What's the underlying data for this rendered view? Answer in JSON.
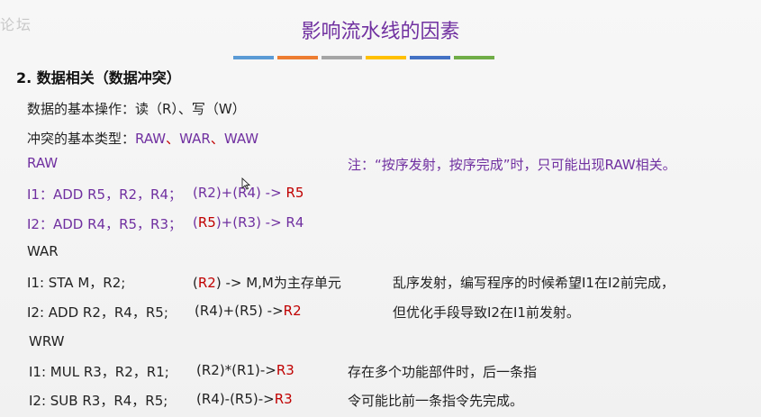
{
  "logo": "论坛",
  "title": "影响流水线的因素",
  "section_heading": "2. 数据相关（数据冲突）",
  "basic_ops": "数据的基本操作：读（R）、写（W）",
  "conflict_types_label": "冲突的基本类型：",
  "conflict_types": [
    "RAW",
    "WAR",
    "WAW"
  ],
  "raw": {
    "label": "RAW",
    "note": "注：“按序发射，按序完成”时，只可能出现RAW相关。",
    "i1": {
      "instr": "I1：ADD  R5，R2，R4；",
      "expr_pre": "(R2)+(R4) -> ",
      "expr_dest": "R5"
    },
    "i2": {
      "instr": "I2：ADD  R4，R5，R3；",
      "expr_pre": "(",
      "expr_red": "R5",
      "expr_post": ")+(R3) -> R4"
    }
  },
  "war": {
    "label": "WAR",
    "i1": {
      "instr": "I1: STA M，R2;",
      "expr_pre": "(",
      "expr_red": "R2",
      "expr_post": ") -> M,M为主存单元"
    },
    "i2": {
      "instr": "I2: ADD R2，R4，R5;",
      "expr_pre": "(R4)+(R5) ->",
      "expr_red": "R2"
    },
    "note1": "乱序发射，编写程序的时候希望I1在I2前完成，",
    "note2": "但优化手段导致I2在I1前发射。"
  },
  "waw": {
    "label": "WRW",
    "i1": {
      "instr": "I1: MUL R3，R2，R1;",
      "expr_pre": "(R2)*(R1)->",
      "expr_red": "R3"
    },
    "i2": {
      "instr": "I2: SUB R3，R4，R5;",
      "expr_pre": "(R4)-(R5)->",
      "expr_red": "R3"
    },
    "note1": "存在多个功能部件时，后一条指",
    "note2": "令可能比前一条指令先完成。"
  },
  "colors": {
    "title": "#7030a0",
    "strip": [
      "#5b9bd5",
      "#ed7d31",
      "#a5a5a5",
      "#ffc000",
      "#4472c4",
      "#70ad47"
    ],
    "dest_red": "#c00000"
  }
}
